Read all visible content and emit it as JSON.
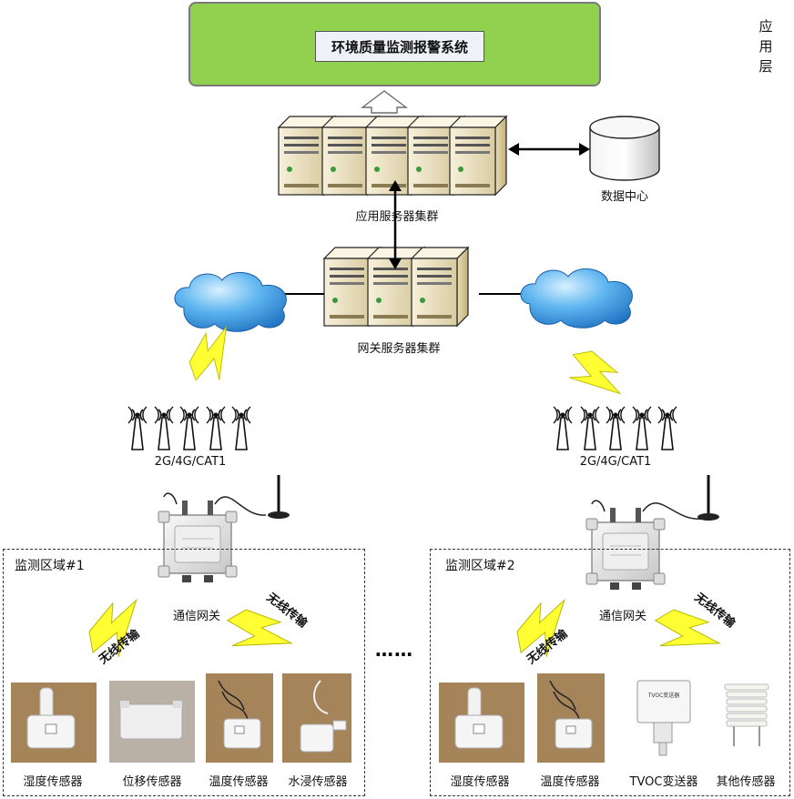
{
  "app_layer": {
    "title": "环境质量监测报警系统",
    "side_label": "应用层"
  },
  "servers": {
    "app_cluster_label": "应用服务器集群",
    "gateway_cluster_label": "网关服务器集群",
    "data_center_label": "数据中心"
  },
  "network": {
    "left_label": "2G/4G/CAT1",
    "right_label": "2G/4G/CAT1"
  },
  "zones": [
    {
      "title": "监测区域#1",
      "gateway_label": "通信网关",
      "wireless_left": "无线传输",
      "wireless_right": "无线传输",
      "sensors": [
        "湿度传感器",
        "位移传感器",
        "温度传感器",
        "水浸传感器"
      ]
    },
    {
      "title": "监测区域#2",
      "gateway_label": "通信网关",
      "wireless_left": "无线传输",
      "wireless_right": "无线传输",
      "sensors": [
        "湿度传感器",
        "温度传感器",
        "TVOC变送器",
        "其他传感器"
      ],
      "tvoc_device_text": "TVOC变送器"
    }
  ],
  "ellipsis": "……",
  "colors": {
    "app_layer_fill": "#92d050",
    "bolt_fill": "#ffff33",
    "cloud_fill": "#3a9be0",
    "server_fill": "#f3ead0"
  }
}
